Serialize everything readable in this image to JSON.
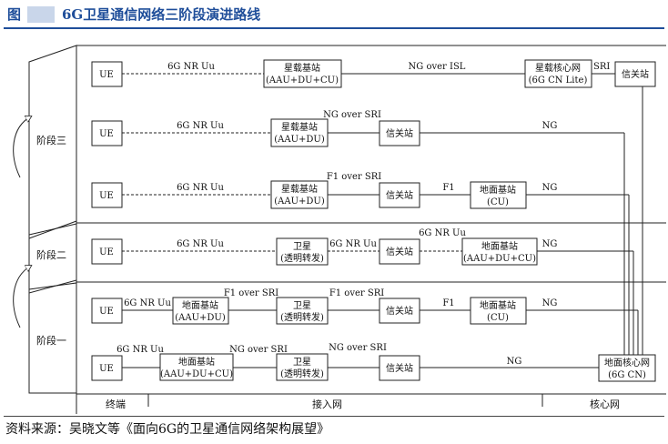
{
  "figure": {
    "number_label": "图",
    "title": "6G卫星通信网络三阶段演进路线",
    "source": "资料来源：吴晓文等《面向6G的卫星通信网络架构展望》"
  },
  "stages": {
    "stage3": "阶段三",
    "stage2": "阶段二",
    "stage1": "阶段一"
  },
  "footer": {
    "terminal": "终端",
    "access": "接入网",
    "core": "核心网"
  },
  "nodes": {
    "ue": "UE",
    "sat_bs_full": [
      "星载基站",
      "(AAU+DU+CU)"
    ],
    "sat_bs_du": [
      "星载基站",
      "(AAU+DU)"
    ],
    "sat_core": [
      "星载核心网",
      "(6G CN Lite)"
    ],
    "gateway": "信关站",
    "ground_cu": [
      "地面基站",
      "(CU)"
    ],
    "satellite_transparent": [
      "卫星",
      "(透明转发)"
    ],
    "ground_bs_full": [
      "地面基站",
      "(AAU+DU+CU)"
    ],
    "ground_bs_du": [
      "地面基站",
      "(AAU+DU)"
    ],
    "ground_core": [
      "地面核心网",
      "(6G CN)"
    ]
  },
  "links": {
    "nr_uu": "6G NR Uu",
    "ng_over_isl": "NG over ISL",
    "sri": "SRI",
    "ng_over_sri": "NG over SRI",
    "ng": "NG",
    "f1_over_sri": "F1 over SRI",
    "f1": "F1"
  }
}
